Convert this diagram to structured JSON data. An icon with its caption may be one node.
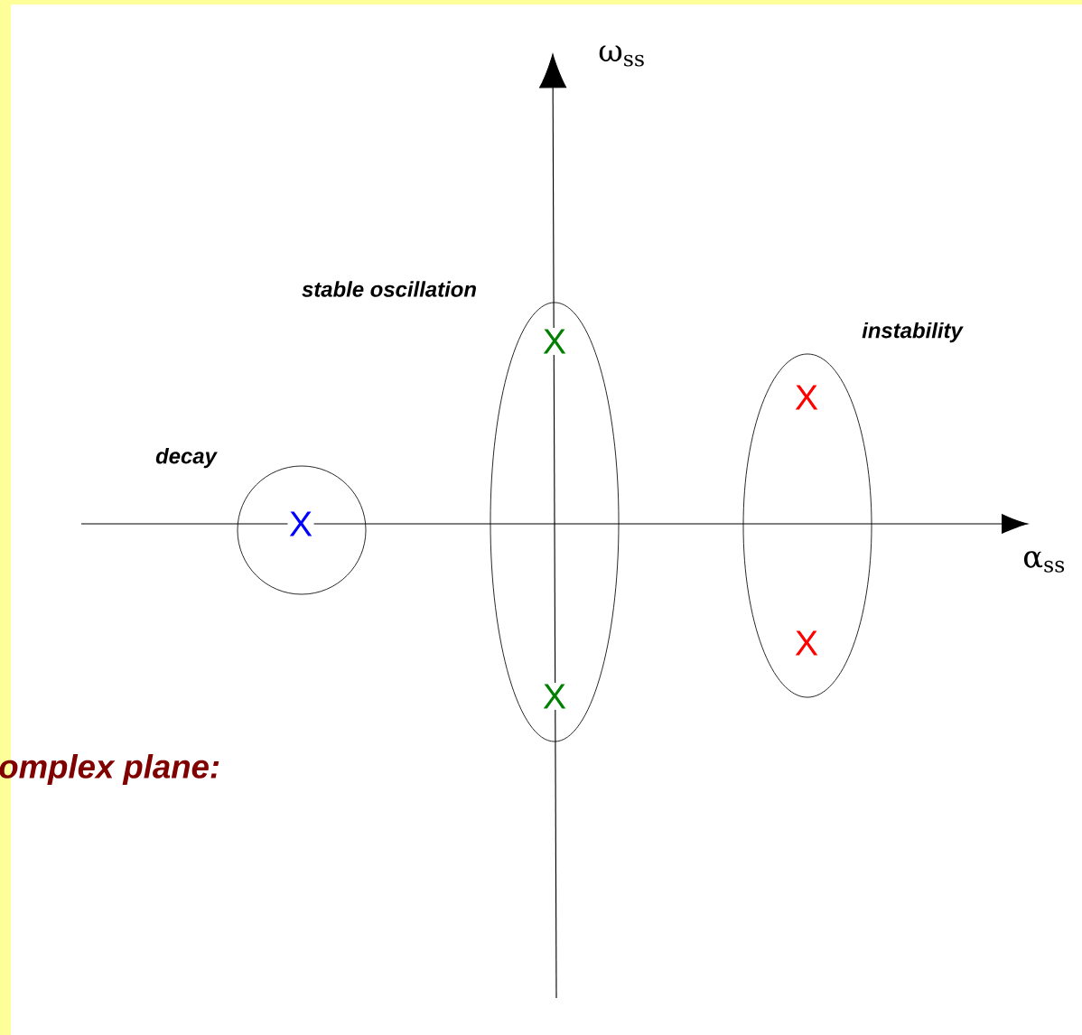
{
  "diagram": {
    "nodes": [
      {
        "text": [
          "X"
        ],
        "beside": [
          "decay"
        ]
      },
      {
        "text": [
          "X",
          "X"
        ],
        "beside": [
          "stable oscillation"
        ]
      },
      {
        "text": [
          "X",
          "X"
        ],
        "beside": [
          "instability"
        ]
      }
    ],
    "labels": [
      "ω$_{ss}$",
      "α$_{ss}$",
      "omplex plane:"
    ]
  }
}
